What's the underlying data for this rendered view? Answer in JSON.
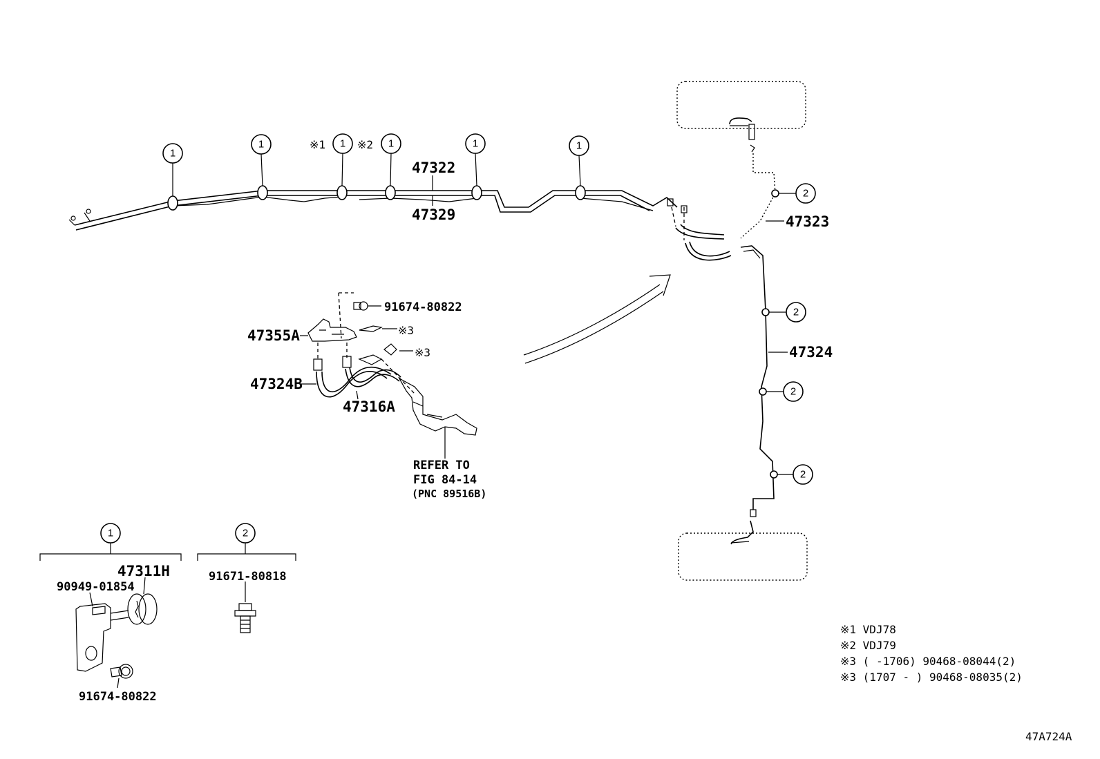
{
  "callout_refs": {
    "one": "1",
    "two": "2"
  },
  "markers": {
    "m1": "※1",
    "m2": "※2",
    "m3": "※3"
  },
  "parts": {
    "p47322": "47322",
    "p47329": "47329",
    "p47323": "47323",
    "p47324": "47324",
    "p91674a": "91674-80822",
    "p47355A": "47355A",
    "p47324B": "47324B",
    "p47316A": "47316A",
    "p47311H": "47311H",
    "p90949": "90949-01854",
    "p91674b": "91674-80822",
    "p91671": "91671-80818"
  },
  "refer": {
    "line1": "REFER TO",
    "line2": "FIG 84-14",
    "line3": "(PNC 89516B)"
  },
  "legend": [
    "※1 VDJ78",
    "※2 VDJ79",
    "※3 (      -1706) 90468-08044(2)",
    "※3 (1707 -      ) 90468-08035(2)"
  ],
  "figure_code": "47A724A"
}
